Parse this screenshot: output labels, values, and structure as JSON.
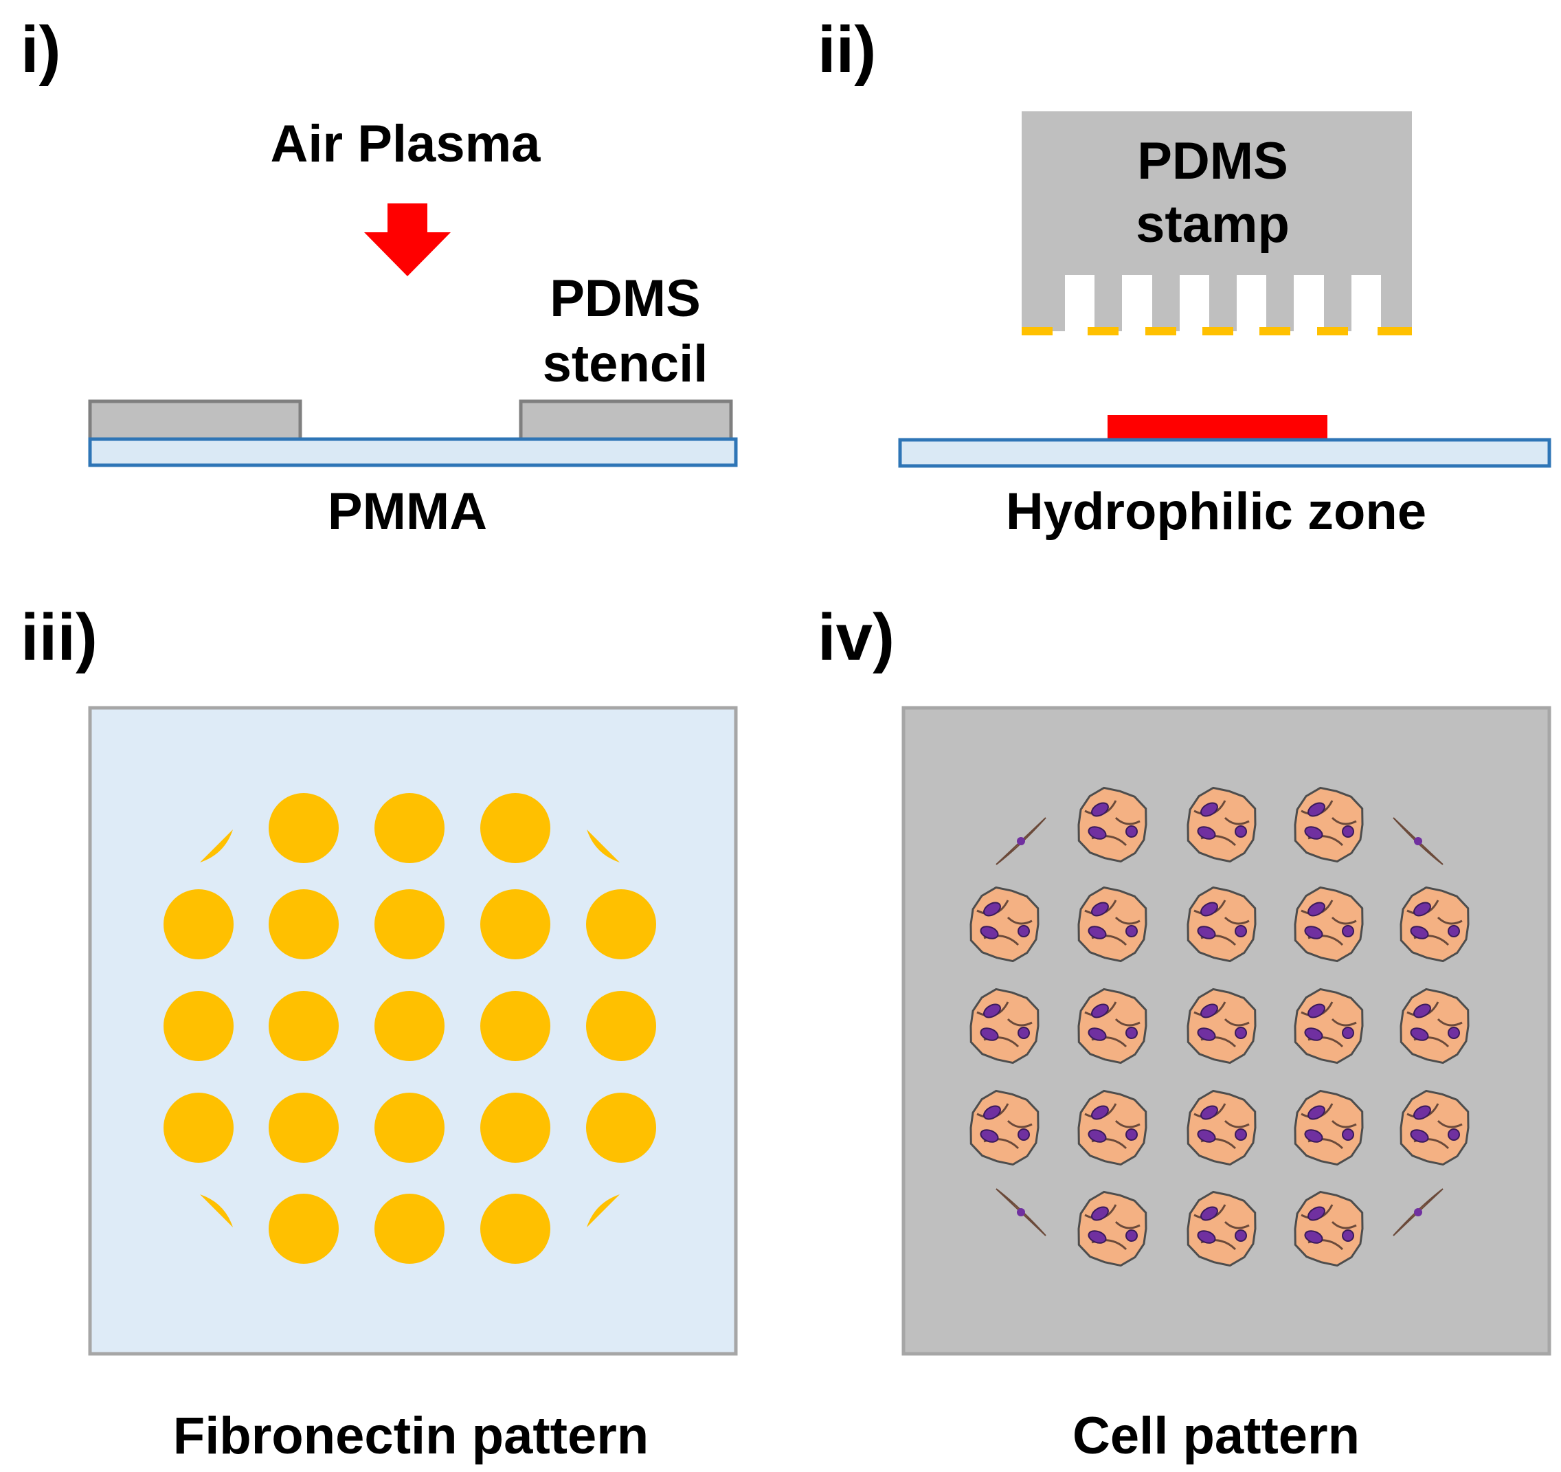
{
  "panels": {
    "i": {
      "label": "i)",
      "air_plasma": "Air Plasma",
      "pdms_line1": "PDMS",
      "pdms_line2": "stencil",
      "substrate": "PMMA"
    },
    "ii": {
      "label": "ii)",
      "stamp_line1": "PDMS",
      "stamp_line2": "stamp",
      "zone": "Hydrophilic zone"
    },
    "iii": {
      "label": "iii)",
      "caption": "Fibronectin pattern"
    },
    "iv": {
      "label": "iv)",
      "caption": "Cell pattern"
    }
  },
  "colors": {
    "arrow": "#ff0000",
    "pdms": "#bfbfbf",
    "pdms_border": "#7f7f7f",
    "pmma_fill": "#dae9f5",
    "pmma_border": "#2e75b6",
    "ink": "#ffc000",
    "hydrophilic": "#ff0000",
    "fibronectin_bg": "#deebf7",
    "cell_bg": "#bfbfbf",
    "cell_body": "#f4b183",
    "cell_nucleus": "#7030a0"
  }
}
